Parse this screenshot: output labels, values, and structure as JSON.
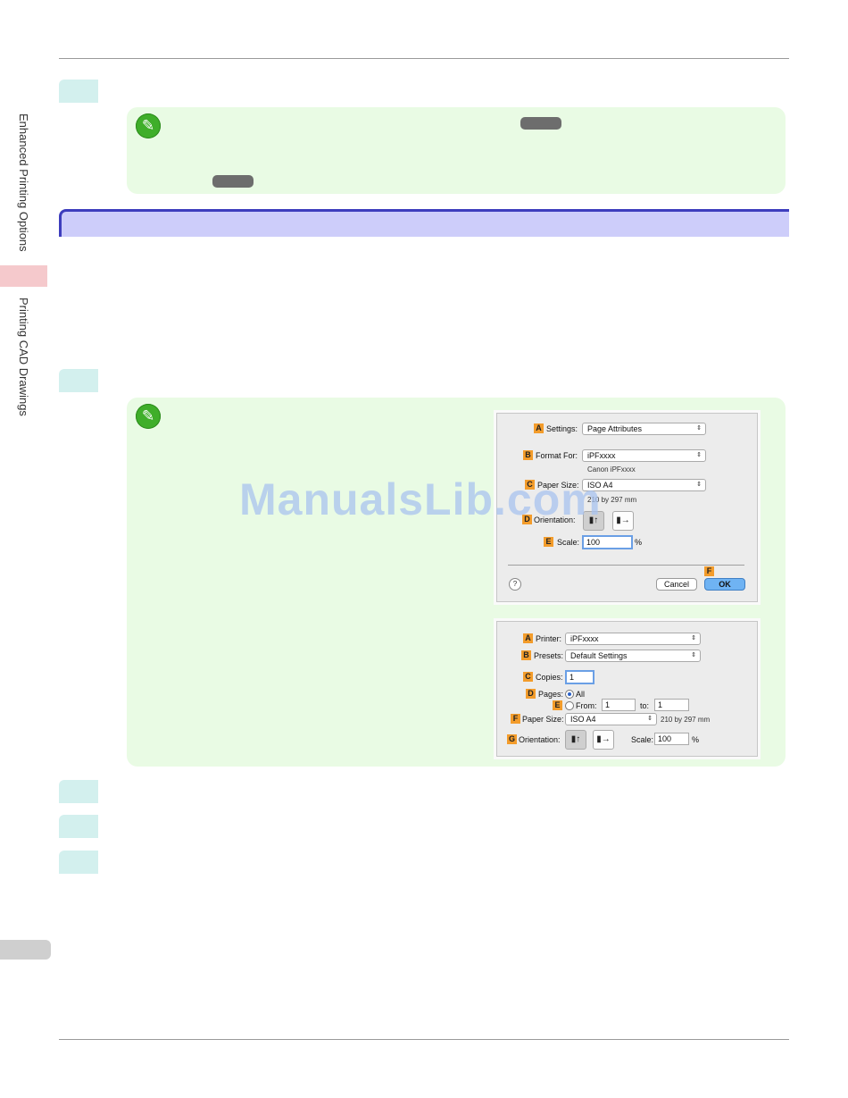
{
  "side_tabs": [
    "Enhanced Printing Options",
    "Printing CAD Drawings"
  ],
  "watermark": "ManualsLib.com",
  "page_setup_dialog": {
    "settings": {
      "badge": "A",
      "label": "Settings:",
      "value": "Page Attributes"
    },
    "format_for": {
      "badge": "B",
      "label": "Format For:",
      "value": "iPFxxxx",
      "sub": "Canon iPFxxxx"
    },
    "paper_size": {
      "badge": "C",
      "label": "Paper Size:",
      "value": "ISO A4",
      "sub": "210 by 297 mm"
    },
    "orientation": {
      "badge": "D",
      "label": "Orientation:"
    },
    "scale": {
      "badge": "E",
      "label": "Scale:",
      "value": "100",
      "unit": "%"
    },
    "ok_badge": "F",
    "help": "?",
    "cancel": "Cancel",
    "ok": "OK"
  },
  "print_dialog": {
    "printer": {
      "badge": "A",
      "label": "Printer:",
      "value": "iPFxxxx"
    },
    "presets": {
      "badge": "B",
      "label": "Presets:",
      "value": "Default Settings"
    },
    "copies": {
      "badge": "C",
      "label": "Copies:",
      "value": "1"
    },
    "pages": {
      "badge": "D",
      "label": "Pages:",
      "all": "All"
    },
    "range": {
      "badge": "E",
      "from_label": "From:",
      "from": "1",
      "to_label": "to:",
      "to": "1"
    },
    "paper_size": {
      "badge": "F",
      "label": "Paper Size:",
      "value": "ISO A4",
      "sub": "210 by 297 mm"
    },
    "orientation": {
      "badge": "G",
      "label": "Orientation:"
    },
    "scale": {
      "label": "Scale:",
      "value": "100",
      "unit": "%"
    }
  },
  "icons": {
    "note": "pencil-icon",
    "orient_portrait": "portrait-icon",
    "orient_landscape": "landscape-icon"
  }
}
